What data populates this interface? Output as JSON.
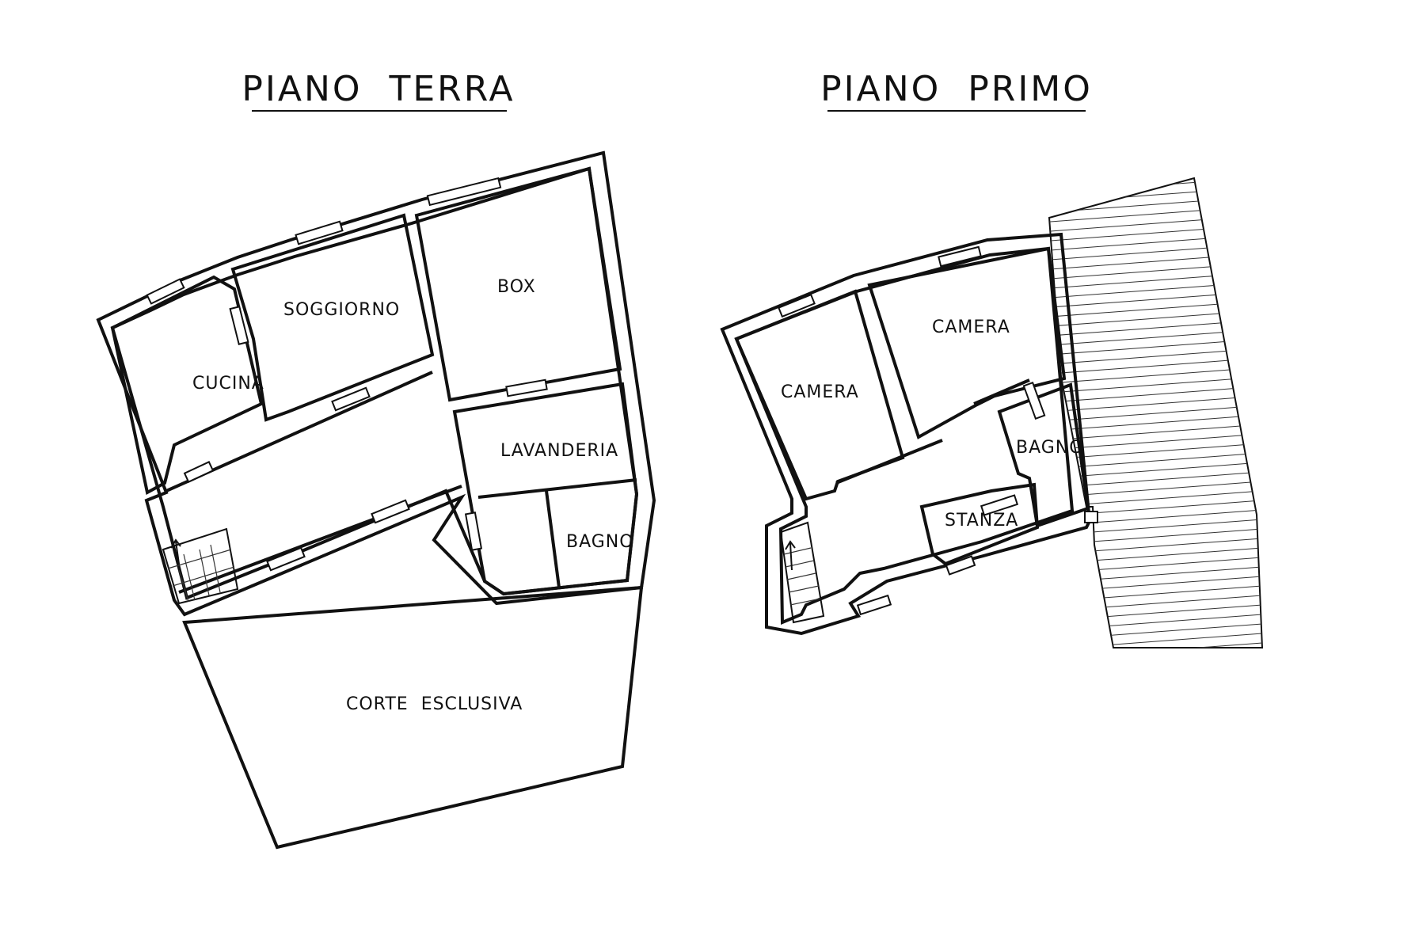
{
  "floors": {
    "ground": {
      "title": "PIANO  TERRA",
      "rooms": {
        "cucina": "CUCINA",
        "soggiorno": "SOGGIORNO",
        "box": "BOX",
        "lavanderia": "LAVANDERIA",
        "bagno": "BAGNO",
        "corte": "CORTE  ESCLUSIVA"
      }
    },
    "first": {
      "title": "PIANO  PRIMO",
      "rooms": {
        "camera_left": "CAMERA",
        "camera_right": "CAMERA",
        "bagno": "BAGNO",
        "stanza": "STANZA"
      }
    }
  }
}
